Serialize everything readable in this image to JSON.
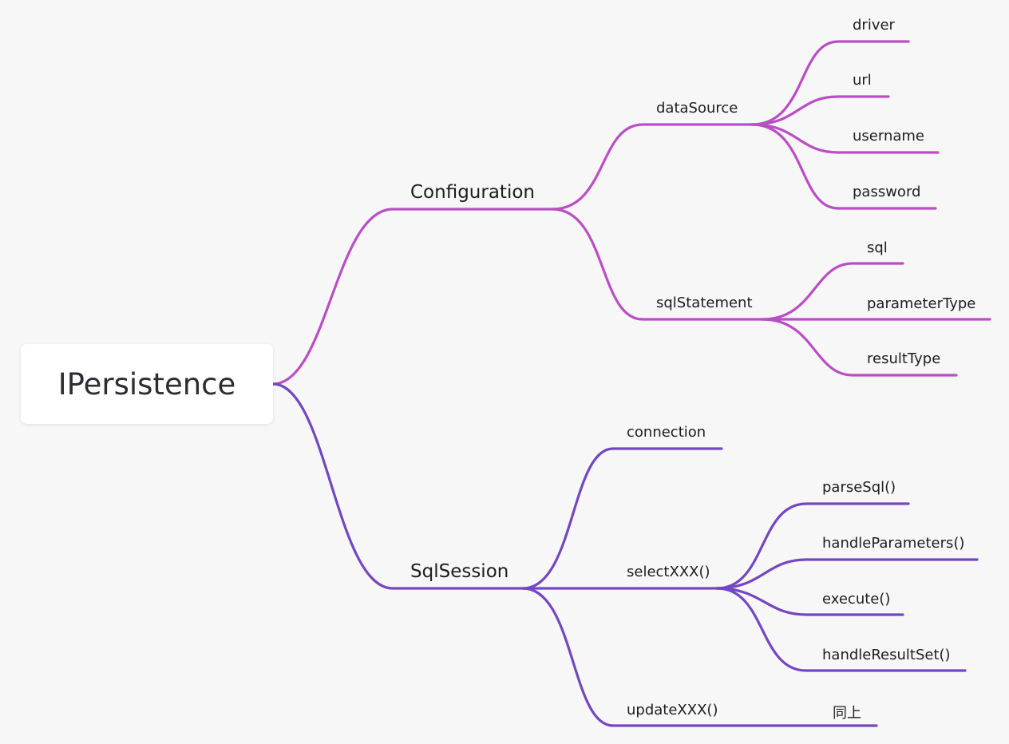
{
  "colors": {
    "configuration_branch": "#bb4dc6",
    "sqlsession_branch": "#7447c2",
    "background": "#f7f7f7"
  },
  "root": "IPersistence",
  "configuration": {
    "label": "Configuration",
    "dataSource": {
      "label": "dataSource",
      "children": [
        "driver",
        "url",
        "username",
        "password"
      ]
    },
    "sqlStatement": {
      "label": "sqlStatement",
      "children": [
        "sql",
        "parameterType",
        "resultType"
      ]
    }
  },
  "sqlSession": {
    "label": "SqlSession",
    "connection": {
      "label": "connection"
    },
    "selectXXX": {
      "label": "selectXXX()",
      "children": [
        "parseSql()",
        "handleParameters()",
        "execute()",
        "handleResultSet()"
      ]
    },
    "updateXXX": {
      "label": "updateXXX()",
      "note": "同上"
    }
  }
}
